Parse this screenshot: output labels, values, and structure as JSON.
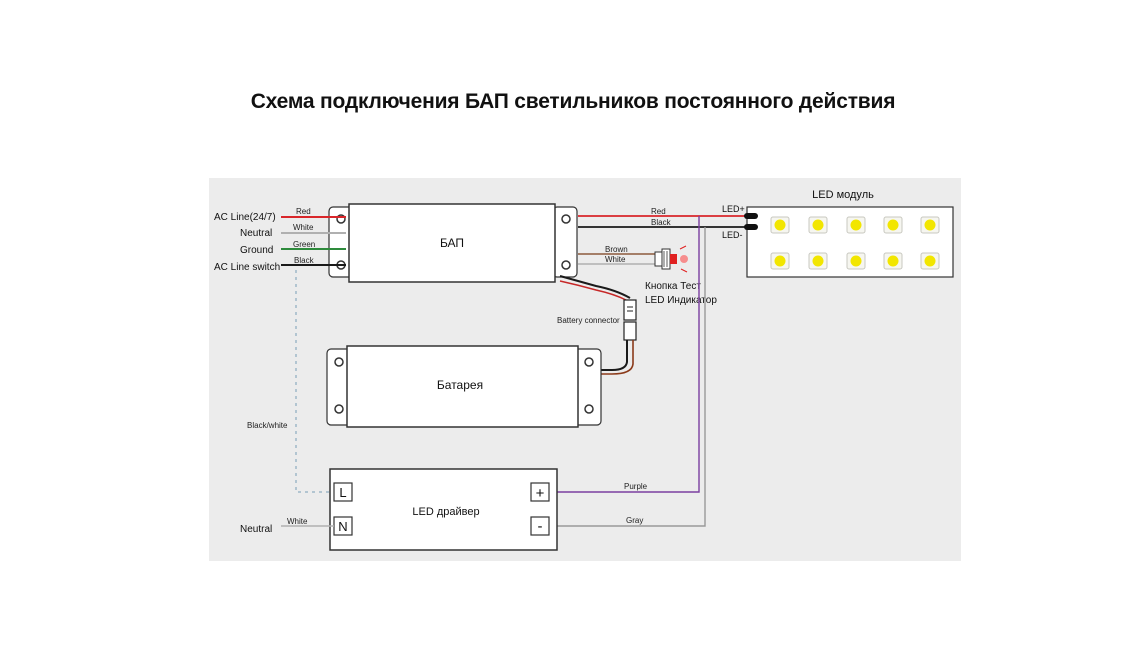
{
  "title": "Схема подключения БАП светильников постоянного действия",
  "colors": {
    "panel": "#ececec",
    "red_wire": "#d9262a",
    "green_wire": "#2e8b3c",
    "black_wire": "#1a1a1a",
    "white_wire": "#b0b0b0",
    "brown_wire": "#8b5a3c",
    "purple_wire": "#7b3fa0",
    "gray_wire": "#999999",
    "dashed_wire": "#9fb8c8",
    "led_chip": "#f2e600"
  },
  "diagram": {
    "ac_labels": {
      "ac_line": "AC Line(24/7)",
      "neutral": "Neutral",
      "ground": "Ground",
      "ac_switch": "AC Line switch"
    },
    "wire_labels": {
      "red_left": "Red",
      "white_left": "White",
      "green": "Green",
      "black_left": "Black",
      "red_right": "Red",
      "black_right": "Black",
      "brown": "Brown",
      "white_right": "White",
      "black_white": "Black/white",
      "purple": "Purple",
      "gray": "Gray",
      "white_neutral": "White"
    },
    "bap_label": "БАП",
    "battery_label": "Батарея",
    "battery_connector": "Battery connector",
    "test_button_line1": "Кнопка Тест",
    "test_button_line2": "LED Индикатор",
    "led_module_title": "LED модуль",
    "led_plus": "LED+",
    "led_minus": "LED-",
    "driver_label": "LED драйвер",
    "driver_terminals": {
      "l": "L",
      "n": "N",
      "plus": "+",
      "minus": "-"
    },
    "neutral_bottom": "Neutral"
  }
}
